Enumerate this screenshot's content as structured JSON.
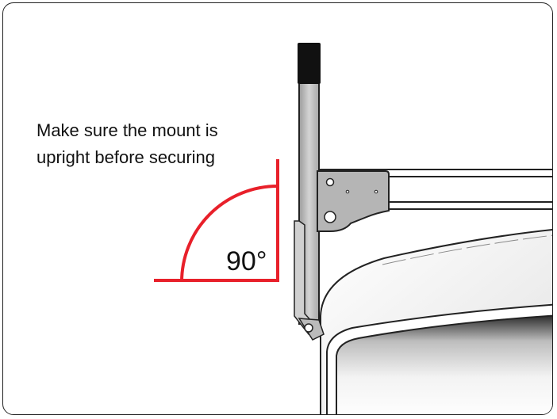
{
  "instruction": {
    "line1": "Make sure the mount is",
    "line2": "upright before securing"
  },
  "angle": {
    "label": "90°",
    "degrees": 90
  },
  "colors": {
    "angle_marker": "#e8202a",
    "frame": "#222222",
    "pole": "#b8b8b8",
    "pole_cap": "#111111",
    "bracket": "#b0b0b0",
    "window_glass": "#3a3a3a"
  }
}
